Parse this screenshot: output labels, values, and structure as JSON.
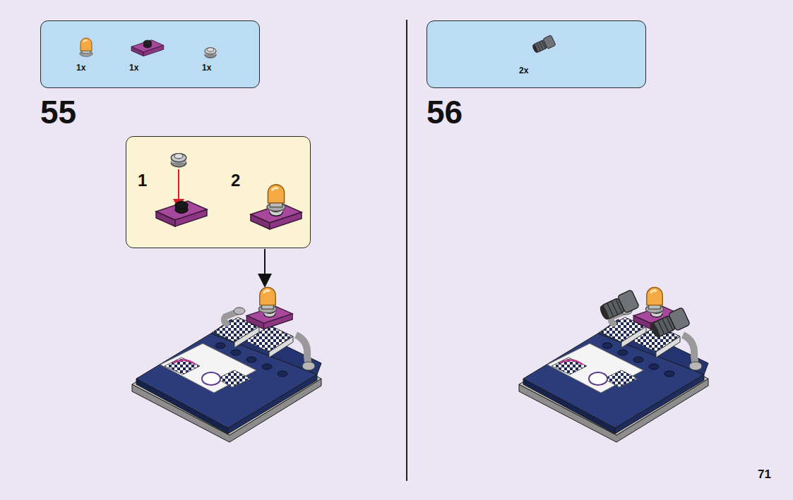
{
  "diagram": {
    "nodes": [
      {
        "text": [
          "1x",
          "1x",
          "1x"
        ]
      },
      {
        "text": [
          "1",
          "2"
        ]
      },
      {
        "text": [
          "2x"
        ]
      }
    ],
    "labels": [
      "55",
      "56",
      "71"
    ]
  }
}
